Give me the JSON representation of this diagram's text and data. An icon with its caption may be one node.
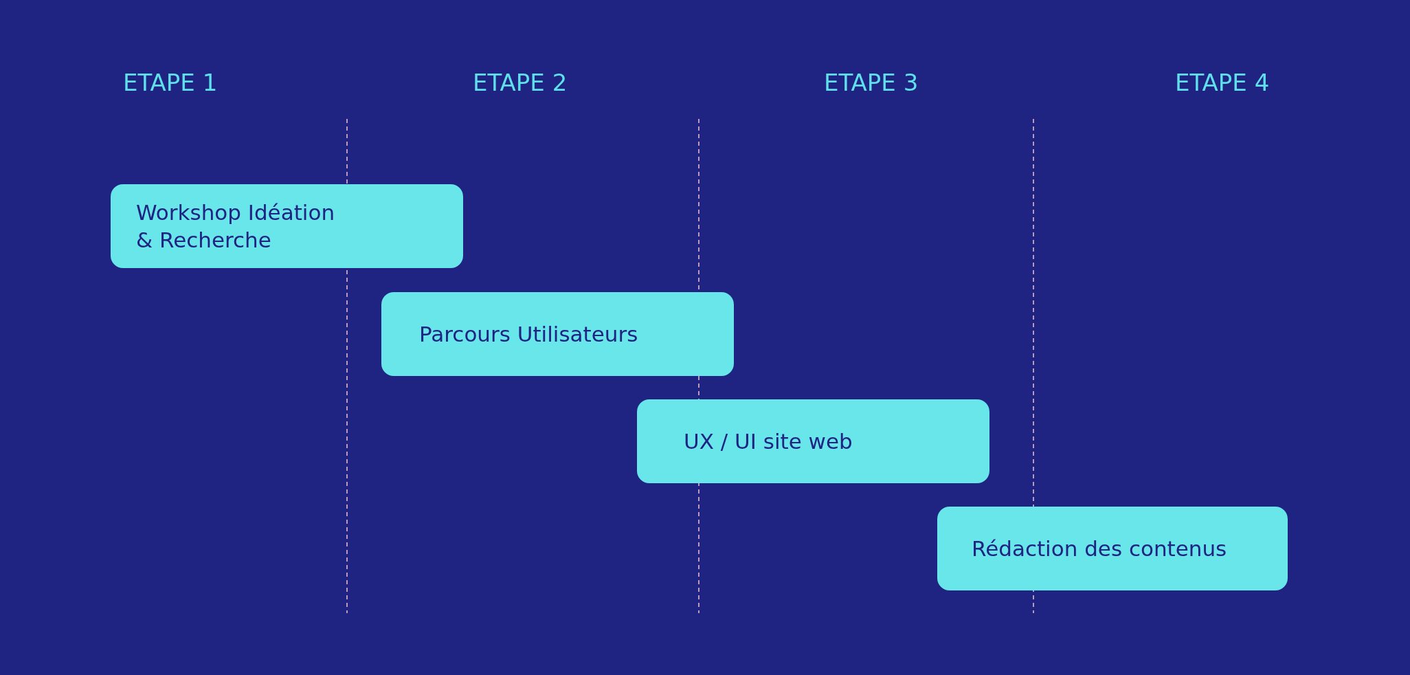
{
  "diagram": {
    "nodes": [
      {
        "text": [
          "Workshop Idéation & Recherche"
        ]
      },
      {
        "text": [
          "Parcours Utilisateurs"
        ]
      },
      {
        "text": [
          "UX / UI site web"
        ]
      },
      {
        "text": [
          "Rédaction des contenus"
        ]
      }
    ],
    "edges": [],
    "labels": [
      "ETAPE 1",
      "ETAPE 2",
      "ETAPE 3",
      "ETAPE 4"
    ]
  }
}
